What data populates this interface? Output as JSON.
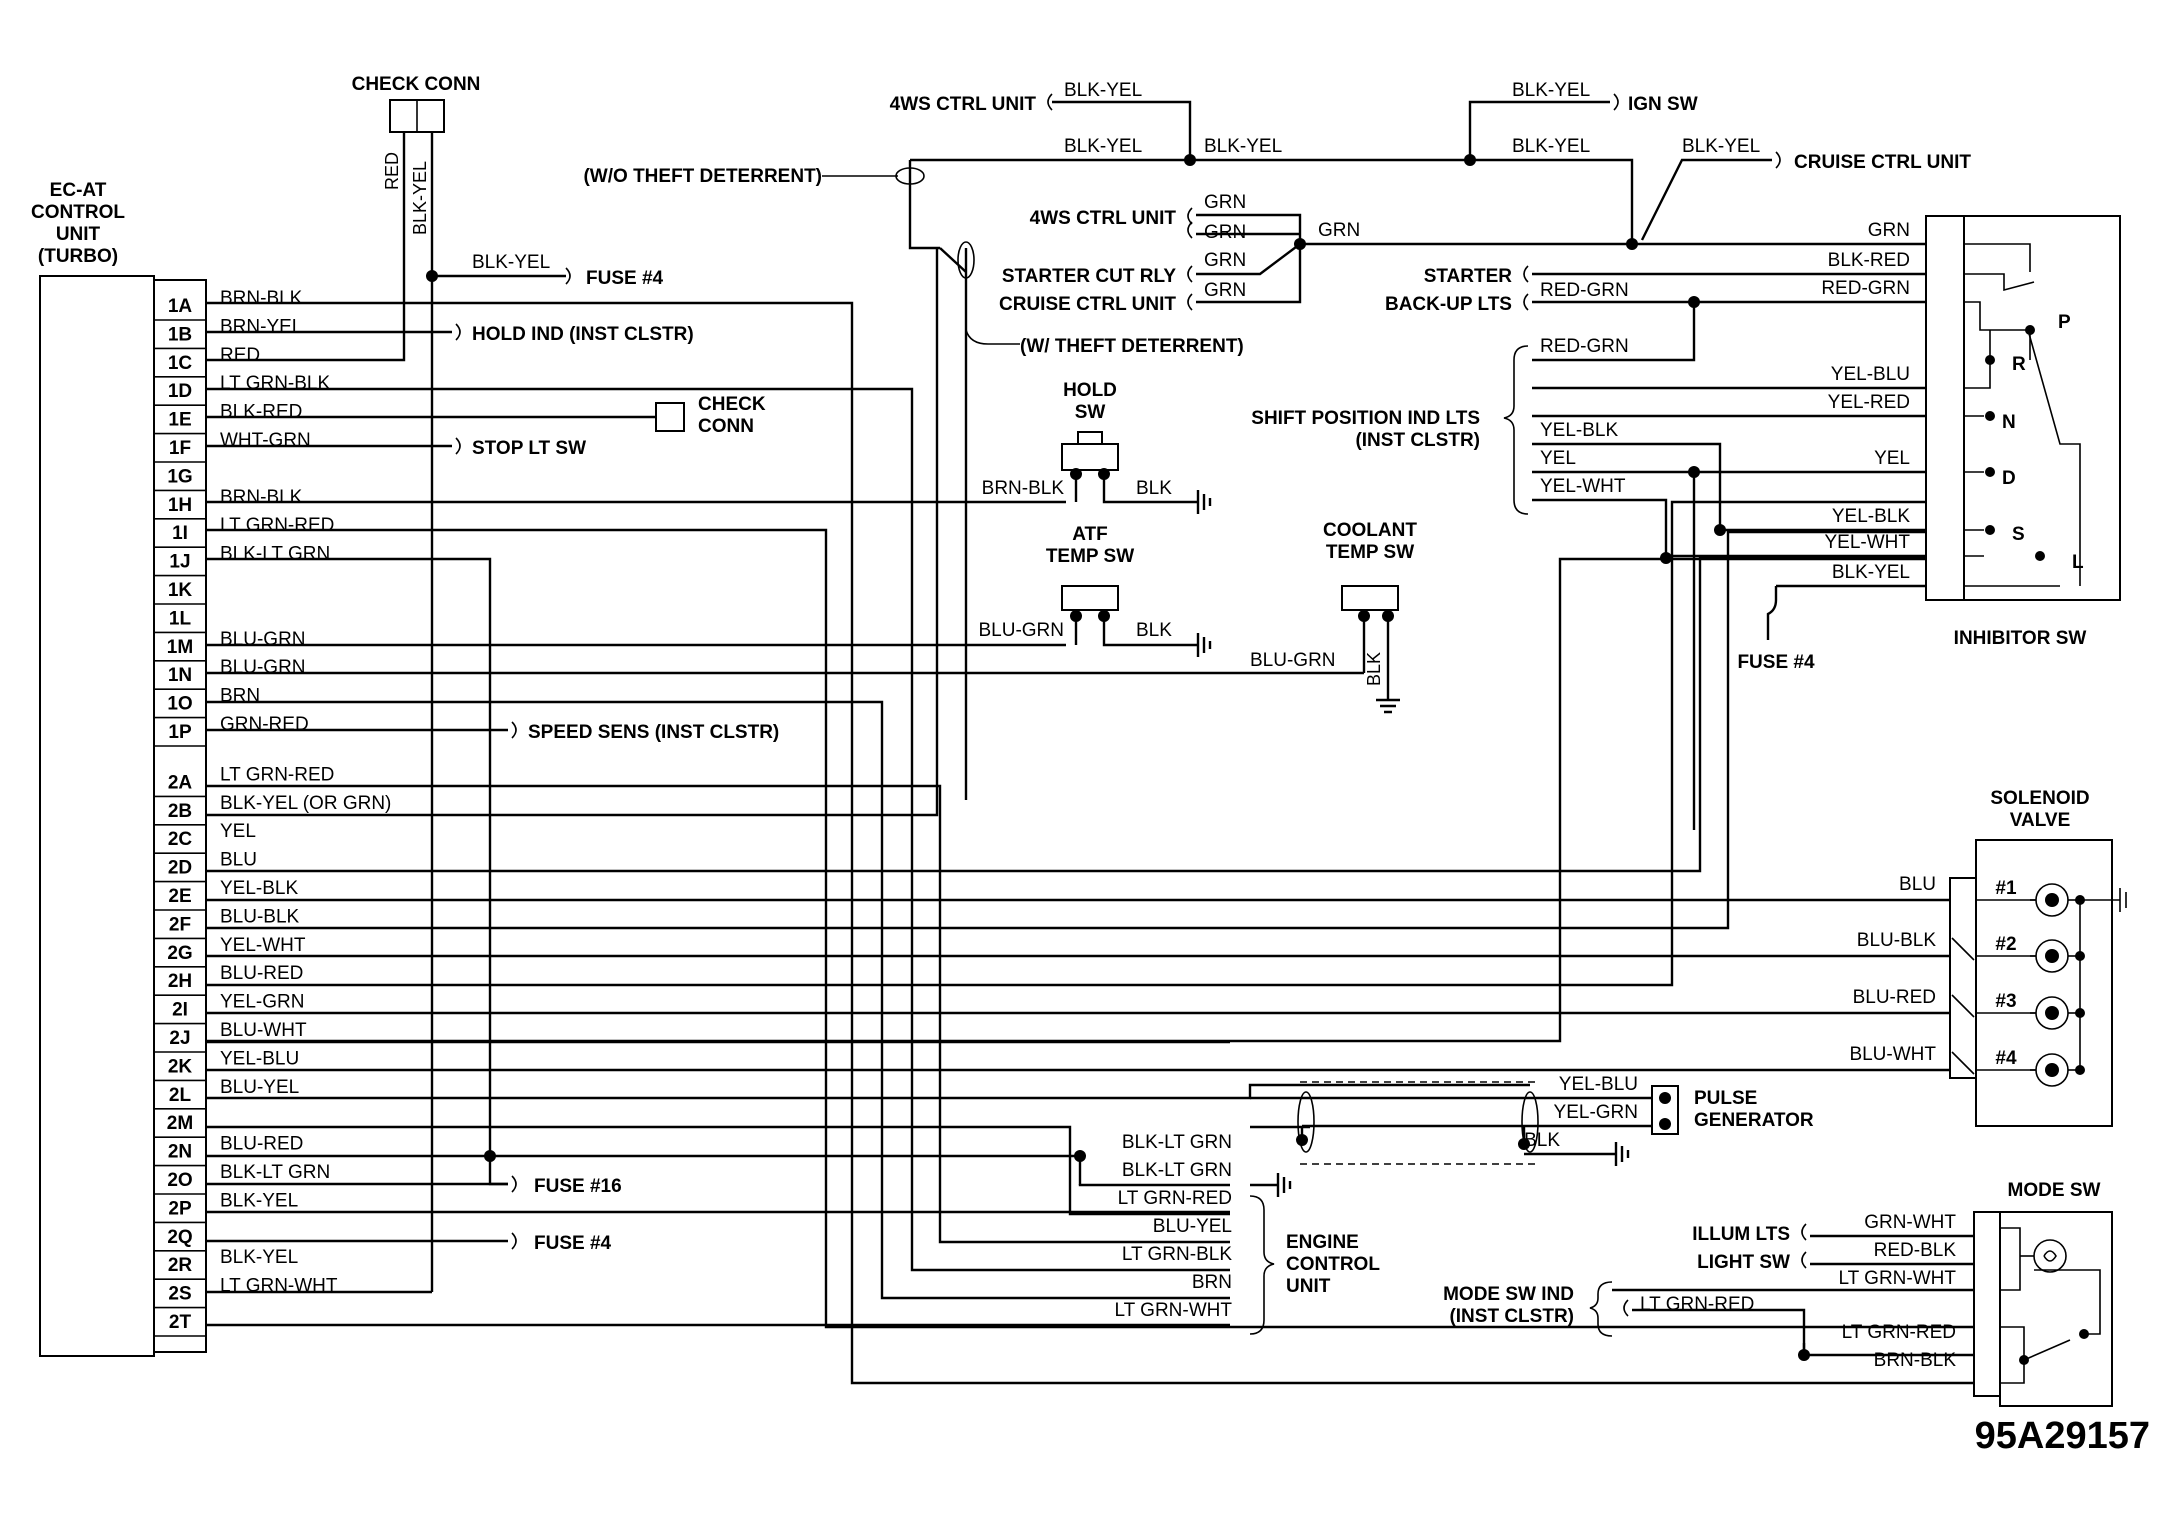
{
  "ecu": {
    "title": [
      "EC-AT",
      "CONTROL",
      "UNIT",
      "(TURBO)"
    ],
    "pins": [
      {
        "pin": "1A",
        "wire": "BRN-BLK"
      },
      {
        "pin": "1B",
        "wire": "BRN-YEL"
      },
      {
        "pin": "1C",
        "wire": "RED"
      },
      {
        "pin": "1D",
        "wire": "LT GRN-BLK"
      },
      {
        "pin": "1E",
        "wire": "BLK-RED"
      },
      {
        "pin": "1F",
        "wire": "WHT-GRN"
      },
      {
        "pin": "1G",
        "wire": ""
      },
      {
        "pin": "1H",
        "wire": "BRN-BLK"
      },
      {
        "pin": "1I",
        "wire": "LT GRN-RED"
      },
      {
        "pin": "1J",
        "wire": "BLK-LT GRN"
      },
      {
        "pin": "1K",
        "wire": ""
      },
      {
        "pin": "1L",
        "wire": ""
      },
      {
        "pin": "1M",
        "wire": "BLU-GRN"
      },
      {
        "pin": "1N",
        "wire": "BLU-GRN"
      },
      {
        "pin": "1O",
        "wire": "BRN"
      },
      {
        "pin": "1P",
        "wire": "GRN-RED"
      },
      {
        "pin": "2A",
        "wire": "LT GRN-RED"
      },
      {
        "pin": "2B",
        "wire": "BLK-YEL (OR GRN)"
      },
      {
        "pin": "2C",
        "wire": "YEL"
      },
      {
        "pin": "2D",
        "wire": "BLU"
      },
      {
        "pin": "2E",
        "wire": "YEL-BLK"
      },
      {
        "pin": "2F",
        "wire": "BLU-BLK"
      },
      {
        "pin": "2G",
        "wire": "YEL-WHT"
      },
      {
        "pin": "2H",
        "wire": "BLU-RED"
      },
      {
        "pin": "2I",
        "wire": "YEL-GRN"
      },
      {
        "pin": "2J",
        "wire": "BLU-WHT"
      },
      {
        "pin": "2K",
        "wire": "YEL-BLU"
      },
      {
        "pin": "2L",
        "wire": "BLU-YEL"
      },
      {
        "pin": "2M",
        "wire": ""
      },
      {
        "pin": "2N",
        "wire": "BLU-RED"
      },
      {
        "pin": "2O",
        "wire": "BLK-LT GRN"
      },
      {
        "pin": "2P",
        "wire": "BLK-YEL"
      },
      {
        "pin": "2Q",
        "wire": ""
      },
      {
        "pin": "2R",
        "wire": "BLK-YEL"
      },
      {
        "pin": "2S",
        "wire": "LT GRN-WHT"
      },
      {
        "pin": "2T",
        "wire": ""
      }
    ]
  },
  "check_conn_top": {
    "title": "CHECK CONN",
    "wire_a": "RED",
    "wire_b": "BLK-YEL"
  },
  "fuse4_top": {
    "wire": "BLK-YEL",
    "label": "FUSE #4"
  },
  "hold_ind": "HOLD IND (INST CLSTR)",
  "check_conn_mid": [
    "CHECK",
    "CONN"
  ],
  "stop_lt_sw": "STOP LT SW",
  "speed_sens": "SPEED SENS (INST CLSTR)",
  "fuse16": "FUSE #16",
  "fuse4_low": "FUSE #4",
  "top_harness": {
    "ws4_ctrl_unit": "4WS CTRL UNIT",
    "wire_blk_yel": "BLK-YEL",
    "ign_sw": "IGN SW",
    "cruise_ctrl_unit": "CRUISE CTRL UNIT",
    "wo_theft": "(W/O THEFT DETERRENT)",
    "w_theft": "(W/ THEFT DETERRENT)",
    "ws4_ctrl_unit_2": "4WS CTRL UNIT",
    "starter_cut_rly": "STARTER CUT RLY",
    "cruise_ctrl_unit_2": "CRUISE CTRL UNIT",
    "wire_grn": "GRN"
  },
  "hold_sw": {
    "title": [
      "HOLD",
      "SW"
    ],
    "wire_in": "BRN-BLK",
    "wire_out": "BLK"
  },
  "atf_temp_sw": {
    "title": [
      "ATF",
      "TEMP SW"
    ],
    "wire_in": "BLU-GRN",
    "wire_out": "BLK"
  },
  "coolant_temp_sw": {
    "title": [
      "COOLANT",
      "TEMP SW"
    ],
    "wire_in": "BLU-GRN",
    "wire_out": "BLK"
  },
  "inhibitor": {
    "title": "INHIBITOR SW",
    "starter": "STARTER",
    "backup_lts": "BACK-UP LTS",
    "shift_ind": [
      "SHIFT POSITION IND LTS",
      "(INST CLSTR)"
    ],
    "wires_right": [
      "GRN",
      "BLK-RED",
      "RED-GRN",
      "YEL-BLU",
      "YEL-RED",
      "YEL",
      "YEL-BLK",
      "YEL-WHT",
      "BLK-YEL"
    ],
    "wires_left": [
      "RED-GRN",
      "RED-GRN",
      "YEL-BLK",
      "YEL",
      "YEL-WHT"
    ],
    "positions": [
      "P",
      "R",
      "N",
      "D",
      "S",
      "L"
    ],
    "fuse": "FUSE #4"
  },
  "solenoid": {
    "title": [
      "SOLENOID",
      "VALVE"
    ],
    "valves": [
      "#1",
      "#2",
      "#3",
      "#4"
    ],
    "wires": [
      "BLU",
      "BLU-BLK",
      "BLU-RED",
      "BLU-WHT"
    ]
  },
  "pulse_gen": {
    "title": [
      "PULSE",
      "GENERATOR"
    ],
    "wires": [
      "YEL-BLU",
      "YEL-GRN",
      "BLK"
    ]
  },
  "engine_ctrl": {
    "title": [
      "ENGINE",
      "CONTROL",
      "UNIT"
    ],
    "wires": [
      "BLK-LT GRN",
      "BLK-LT GRN",
      "LT GRN-RED",
      "BLU-YEL",
      "LT GRN-BLK",
      "BRN",
      "LT GRN-WHT"
    ]
  },
  "mode_sw": {
    "title": "MODE SW",
    "illum_lts": "ILLUM LTS",
    "light_sw": "LIGHT SW",
    "mode_sw_ind": [
      "MODE SW IND",
      "(INST CLSTR)"
    ],
    "wires": [
      "GRN-WHT",
      "RED-BLK",
      "LT GRN-WHT",
      "LT GRN-RED",
      "LT GRN-RED",
      "BRN-BLK"
    ]
  },
  "figure_id": "95A29157"
}
